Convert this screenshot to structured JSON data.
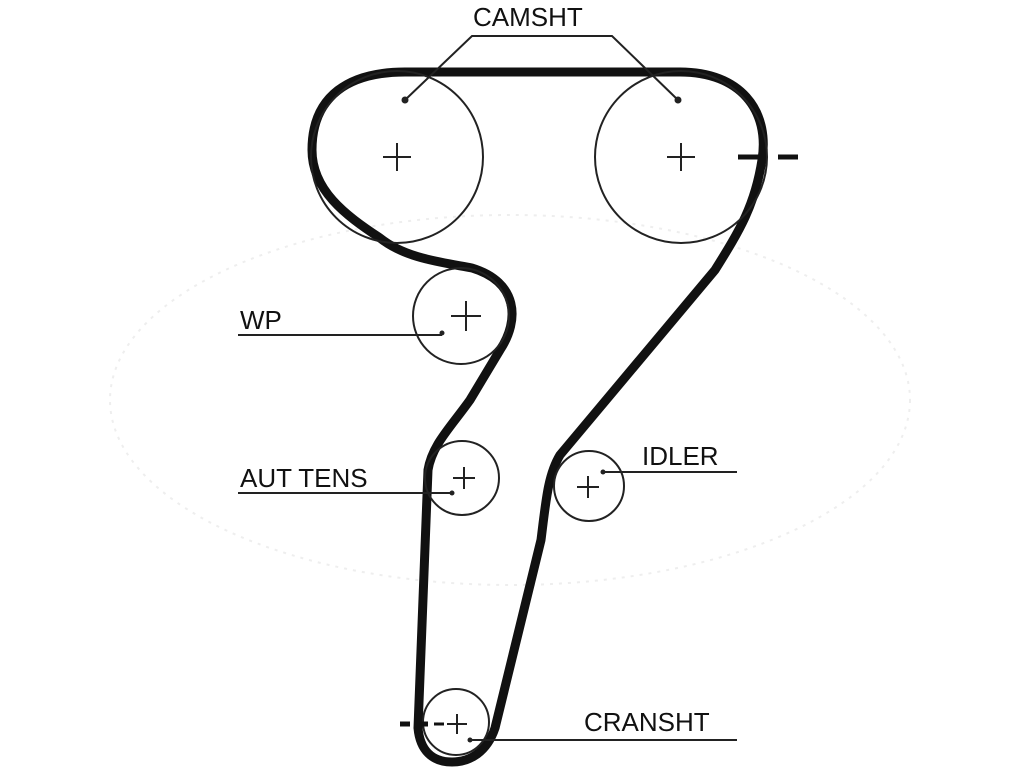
{
  "labels": {
    "camshaft": "CAMSHT",
    "water_pump": "WP",
    "auto_tensioner": "AUT TENS",
    "idler": "IDLER",
    "crankshaft": "CRANSHT"
  },
  "colors": {
    "belt": "#111111",
    "pulley": "#222222",
    "background": "#ffffff",
    "watermark": "#eeeeee"
  }
}
